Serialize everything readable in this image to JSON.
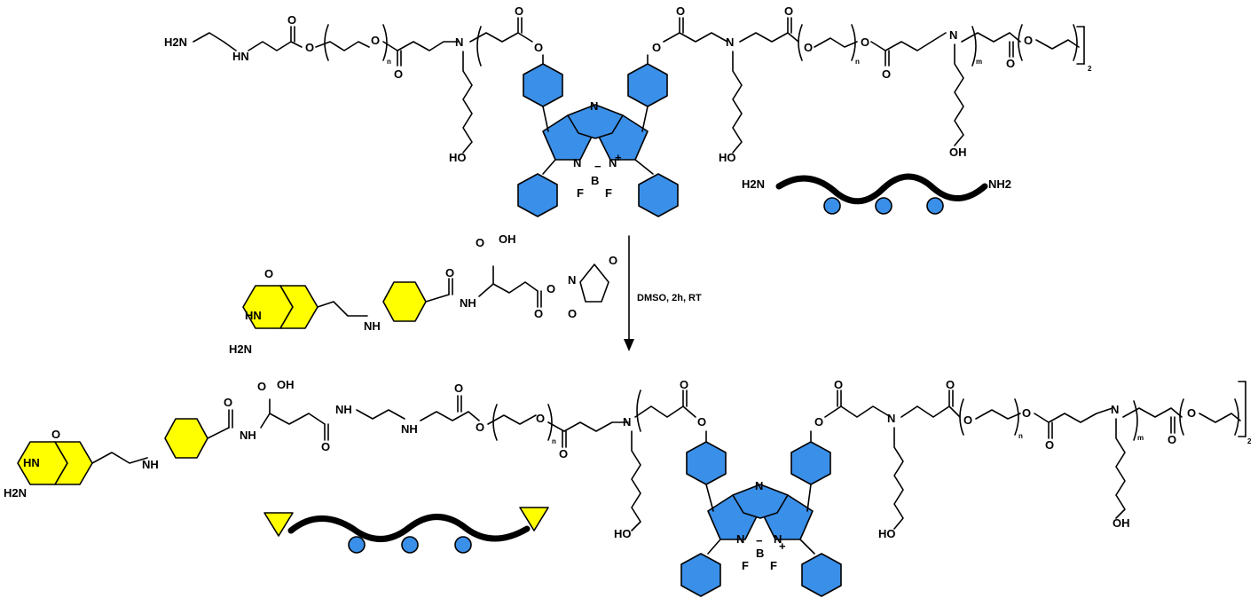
{
  "colors": {
    "bodipy_blue": "#3a8fe8",
    "folate_yellow": "#ffff00",
    "bond": "#000000"
  },
  "labels": {
    "h2n": "H2N",
    "nh2": "NH2",
    "nh": "NH",
    "hn": "HN",
    "n": "N",
    "o": "O",
    "oh": "OH",
    "ho": "HO",
    "b": "B",
    "f": "F",
    "minus": "−",
    "plus": "+",
    "sub_n": "n",
    "sub_m": "m",
    "sub_2": "2"
  },
  "reaction": {
    "conditions": "DMSO, 2h, RT"
  },
  "schematic": {
    "starting_polymer": "amine-terminated BODIPY polymer",
    "product_polymer": "folate-terminated BODIPY polymer"
  }
}
